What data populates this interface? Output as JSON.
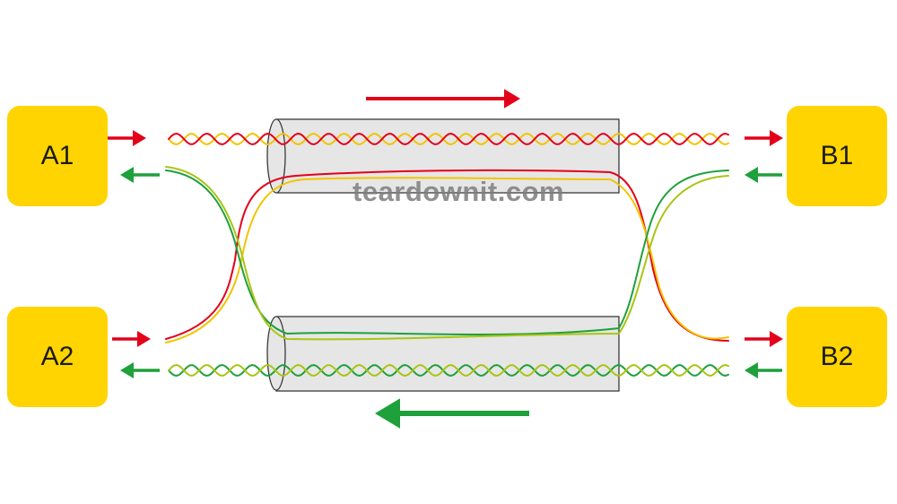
{
  "nodes": {
    "a1": {
      "label": "A1"
    },
    "a2": {
      "label": "A2"
    },
    "b1": {
      "label": "B1"
    },
    "b2": {
      "label": "B2"
    }
  },
  "watermark": "teardownit.com",
  "colors": {
    "node_fill": "#FFD400",
    "red": "#E3001B",
    "green": "#1EA03A",
    "yellow": "#F2C400",
    "yellow_green": "#A9C414",
    "cable_fill": "#E6E6E6",
    "cable_stroke": "#3A3A3A"
  }
}
